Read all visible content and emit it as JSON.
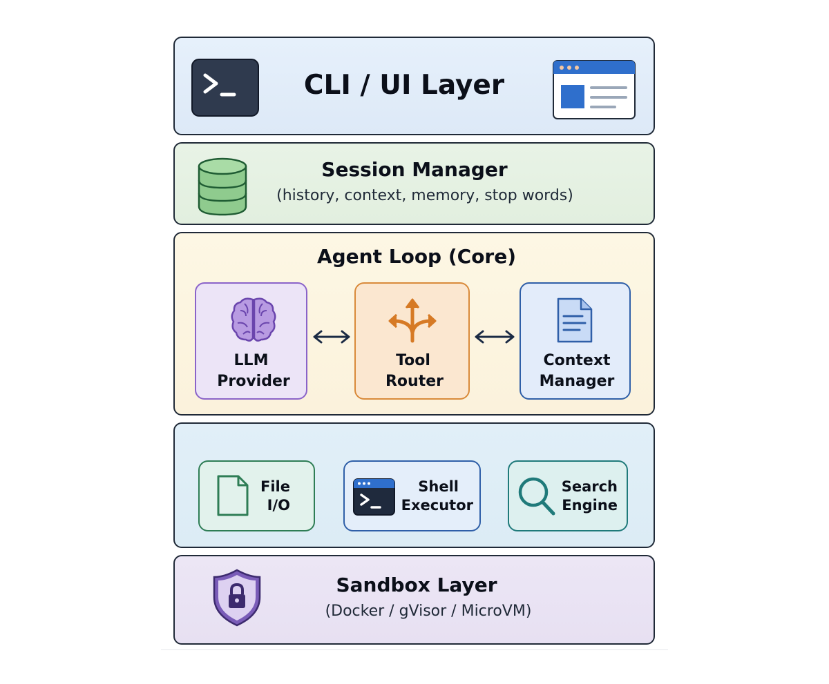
{
  "cli_layer": {
    "title": "CLI / UI Layer",
    "terminal_prompt": ">_"
  },
  "session_manager": {
    "title": "Session Manager",
    "subtitle": "(history, context, memory, stop words)"
  },
  "agent_loop": {
    "title": "Agent Loop (Core)",
    "components": [
      {
        "line1": "LLM",
        "line2": "Provider"
      },
      {
        "line1": "Tool",
        "line2": "Router"
      },
      {
        "line1": "Context",
        "line2": "Manager"
      }
    ]
  },
  "tools": {
    "items": [
      {
        "line1": "File",
        "line2": "I/O"
      },
      {
        "line1": "Shell",
        "line2": "Executor"
      },
      {
        "line1": "Search",
        "line2": "Engine"
      }
    ]
  },
  "sandbox_layer": {
    "title": "Sandbox Layer",
    "subtitle": "(Docker / gVisor / MicroVM)"
  },
  "colors": {
    "cli_bg": "#e6f0fb",
    "session_bg": "#e8f3e6",
    "agent_bg": "#fdf7e4",
    "tools_bg": "#e1eff8",
    "sandbox_bg": "#ece6f5",
    "llm_accent": "#8a63c9",
    "router_accent": "#d98a3a",
    "context_accent": "#2f5fa8",
    "file_accent": "#2e7d55",
    "search_accent": "#1f7a7a"
  }
}
